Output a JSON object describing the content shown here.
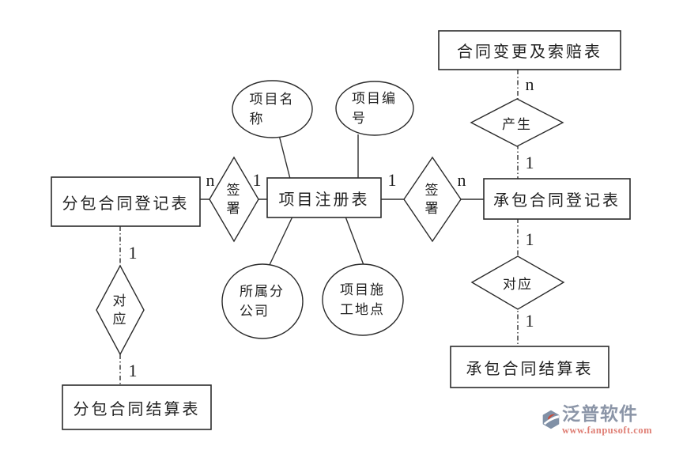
{
  "diagram": {
    "entities": [
      {
        "id": "contract-change-claim-table",
        "label": "合同变更及索赔表"
      },
      {
        "id": "subcontract-register-table",
        "label": "分包合同登记表"
      },
      {
        "id": "project-register-table",
        "label": "项目注册表"
      },
      {
        "id": "main-contract-register-table",
        "label": "承包合同登记表"
      },
      {
        "id": "subcontract-settlement-table",
        "label": "分包合同结算表"
      },
      {
        "id": "main-contract-settlement-table",
        "label": "承包合同结算表"
      }
    ],
    "attributes": [
      {
        "id": "project-name",
        "label": "项目名称"
      },
      {
        "id": "project-code",
        "label": "项目编号"
      },
      {
        "id": "branch-company",
        "label": "所属分公司"
      },
      {
        "id": "construction-site",
        "label": "项目施工地点"
      }
    ],
    "relationships": [
      {
        "id": "produce",
        "label": "产生"
      },
      {
        "id": "sign-left",
        "label": "签署"
      },
      {
        "id": "sign-right",
        "label": "签署"
      },
      {
        "id": "correspond-left",
        "label": "对应"
      },
      {
        "id": "correspond-right",
        "label": "对应"
      }
    ],
    "cardinalities": [
      {
        "id": "change-claim-to-produce",
        "label": "n"
      },
      {
        "id": "produce-to-contract-register",
        "label": "1"
      },
      {
        "id": "subcontract-to-sign",
        "label": "n"
      },
      {
        "id": "sign-to-project-register",
        "label": "1"
      },
      {
        "id": "project-register-to-sign",
        "label": "1"
      },
      {
        "id": "sign-to-contract-register",
        "label": "n"
      },
      {
        "id": "contract-register-to-correspond",
        "label": "1"
      },
      {
        "id": "correspond-to-settlement",
        "label": "1"
      },
      {
        "id": "subcontract-to-correspond",
        "label": "1"
      },
      {
        "id": "correspond-to-sub-settlement",
        "label": "1"
      }
    ],
    "line_color": "#2f2f2f"
  },
  "watermark": {
    "brand": "泛普软件",
    "url": "www.fanpusoft.com",
    "brand_color": "#8b95a7",
    "url_color": "#df7e74"
  }
}
